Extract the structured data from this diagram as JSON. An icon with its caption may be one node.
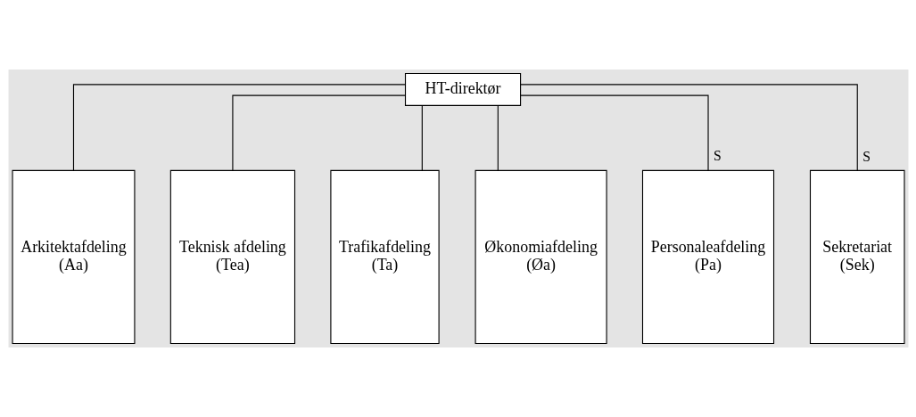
{
  "diagram": {
    "nodes": [
      {
        "text": [
          "HT-direktør"
        ]
      },
      {
        "text": [
          "Arkitektafdeling",
          "(Aa)"
        ]
      },
      {
        "text": [
          "Teknisk afdeling",
          "(Tea)"
        ]
      },
      {
        "text": [
          "Trafikafdeling",
          "(Ta)"
        ]
      },
      {
        "text": [
          "Økonomiafdeling",
          "(Øa)"
        ]
      },
      {
        "text": [
          "Personaleafdeling",
          "(Pa)"
        ]
      },
      {
        "text": [
          "Sekretariat",
          "(Sek)"
        ]
      }
    ],
    "edges": [
      {
        "from": 0,
        "to": 1,
        "arrow": "none"
      },
      {
        "from": 0,
        "to": 2,
        "arrow": "none"
      },
      {
        "from": 0,
        "to": 3,
        "arrow": "none"
      },
      {
        "from": 0,
        "to": 4,
        "arrow": "none"
      },
      {
        "from": 0,
        "to": 5,
        "arrow": "none",
        "label": "S"
      },
      {
        "from": 0,
        "to": 6,
        "arrow": "none",
        "label": "S"
      }
    ]
  }
}
